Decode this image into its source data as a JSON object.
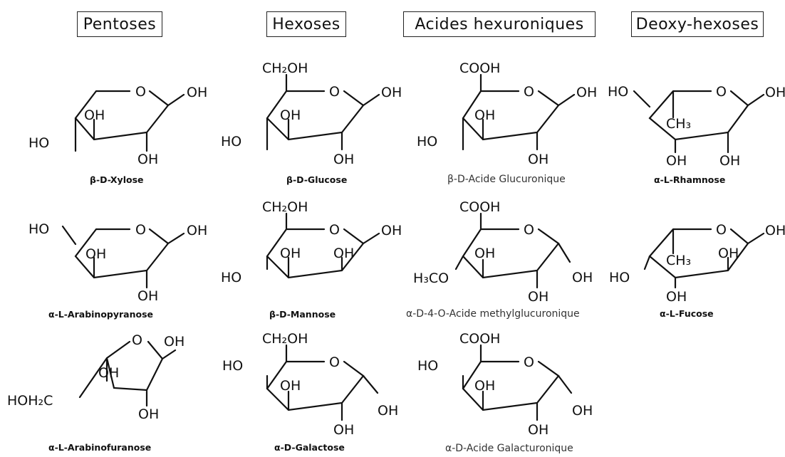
{
  "headers": {
    "pentoses": "Pentoses",
    "hexoses": "Hexoses",
    "hexuronic": "Acides hexuroniques",
    "deoxy": "Deoxy-hexoses"
  },
  "molecules": {
    "xylose": {
      "name": "β-D-Xylose",
      "labels": [
        "O",
        "OH",
        "OH",
        "HO",
        "OH"
      ]
    },
    "arabinopyr": {
      "name": "α-L-Arabinopyranose",
      "labels": [
        "HO",
        "O",
        "OH",
        "OH",
        "OH"
      ]
    },
    "arabinofur": {
      "name": "α-L-Arabinofuranose",
      "labels": [
        "O",
        "OH",
        "OH",
        "HOH₂C",
        "OH"
      ]
    },
    "glucose": {
      "name": "β-D-Glucose",
      "labels": [
        "CH₂OH",
        "O",
        "OH",
        "OH",
        "HO",
        "OH"
      ]
    },
    "mannose": {
      "name": "β-D-Mannose",
      "labels": [
        "CH₂OH",
        "O",
        "OH",
        "OH",
        "OH",
        "HO"
      ]
    },
    "galactose": {
      "name": "α-D-Galactose",
      "labels": [
        "CH₂OH",
        "HO",
        "O",
        "OH",
        "OH",
        "OH"
      ]
    },
    "glucuronic": {
      "name": "β-D-Acide Glucuronique",
      "labels": [
        "COOH",
        "O",
        "OH",
        "OH",
        "HO",
        "OH"
      ]
    },
    "methylglucuronic": {
      "name": "α-D-4-O-Acide methylglucuronique",
      "labels": [
        "COOH",
        "O",
        "H₃CO",
        "OH",
        "OH",
        "OH"
      ]
    },
    "galacturonic": {
      "name": "α-D-Acide Galacturonique",
      "labels": [
        "COOH",
        "HO",
        "O",
        "OH",
        "OH",
        "OH"
      ]
    },
    "rhamnose": {
      "name": "α-L-Rhamnose",
      "labels": [
        "HO",
        "O",
        "OH",
        "CH₃",
        "OH",
        "OH"
      ]
    },
    "fucose": {
      "name": "α-L-Fucose",
      "labels": [
        "O",
        "OH",
        "CH₃",
        "OH",
        "HO",
        "OH"
      ]
    }
  }
}
